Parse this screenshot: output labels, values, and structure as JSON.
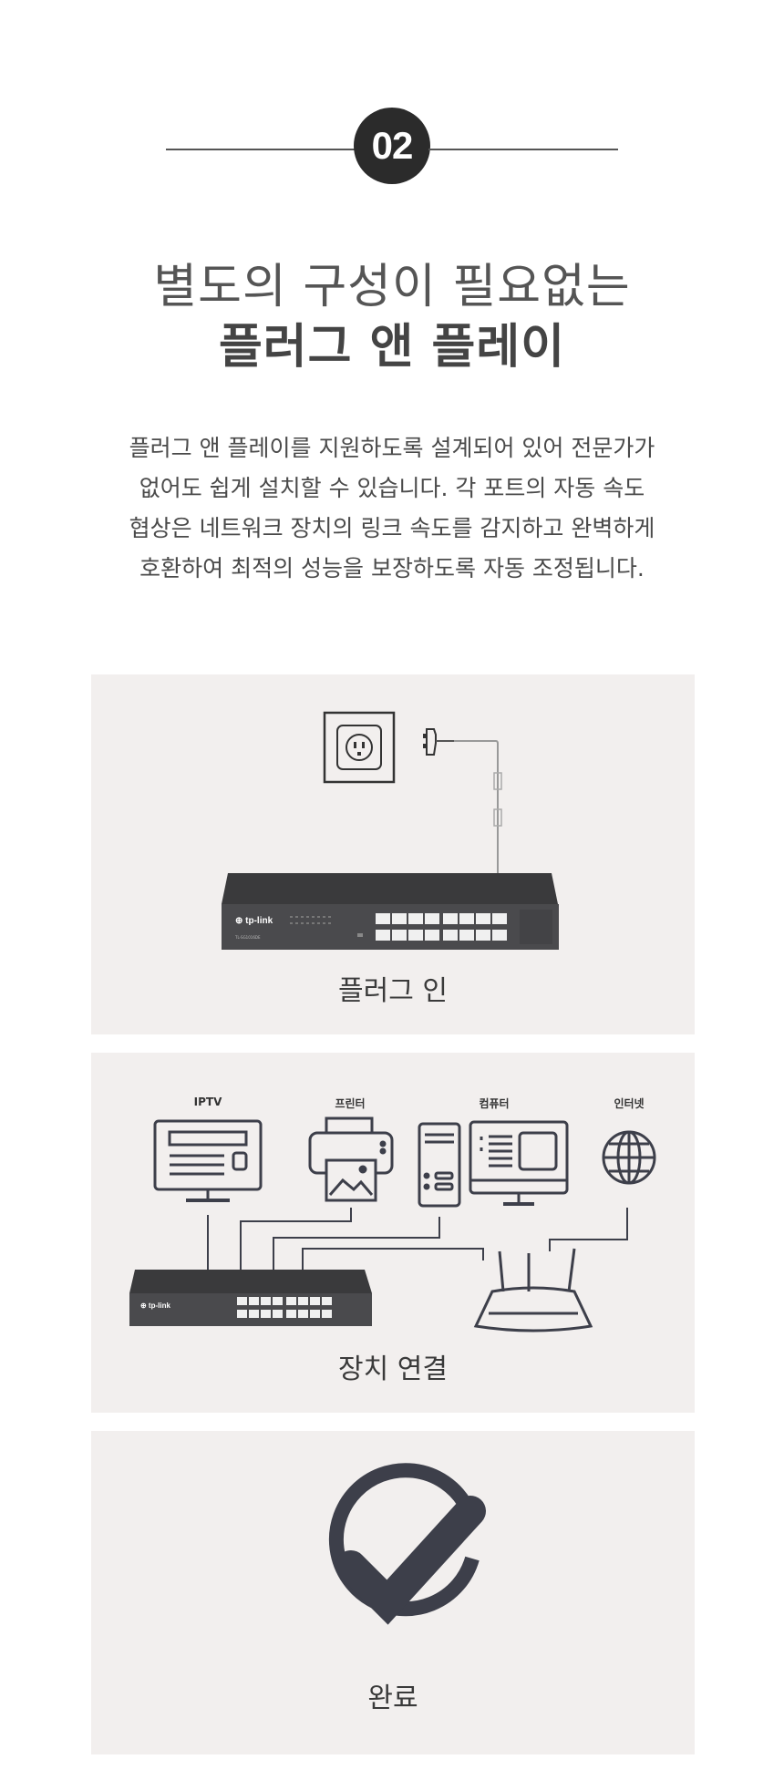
{
  "badge": {
    "number": "02"
  },
  "heading": {
    "line1": "별도의 구성이 필요없는",
    "line2": "플러그 앤 플레이"
  },
  "description": [
    "플러그 앤 플레이를 지원하도록 설계되어 있어 전문가가",
    "없어도 쉽게 설치할 수 있습니다. 각 포트의 자동 속도",
    "협상은 네트워크 장치의 링크 속도를 감지하고 완벽하게",
    "호환하여 최적의 성능을 보장하도록 자동 조정됩니다."
  ],
  "steps": [
    {
      "label": "플러그 인"
    },
    {
      "label": "장치 연결",
      "devices": [
        "IPTV",
        "프린터",
        "컴퓨터",
        "인터넷"
      ]
    },
    {
      "label": "완료"
    }
  ],
  "switch": {
    "brand": "tp-link"
  },
  "colors": {
    "panel": "#f2efee",
    "badge": "#2b2b2b",
    "icon": "#3d3f4a"
  }
}
